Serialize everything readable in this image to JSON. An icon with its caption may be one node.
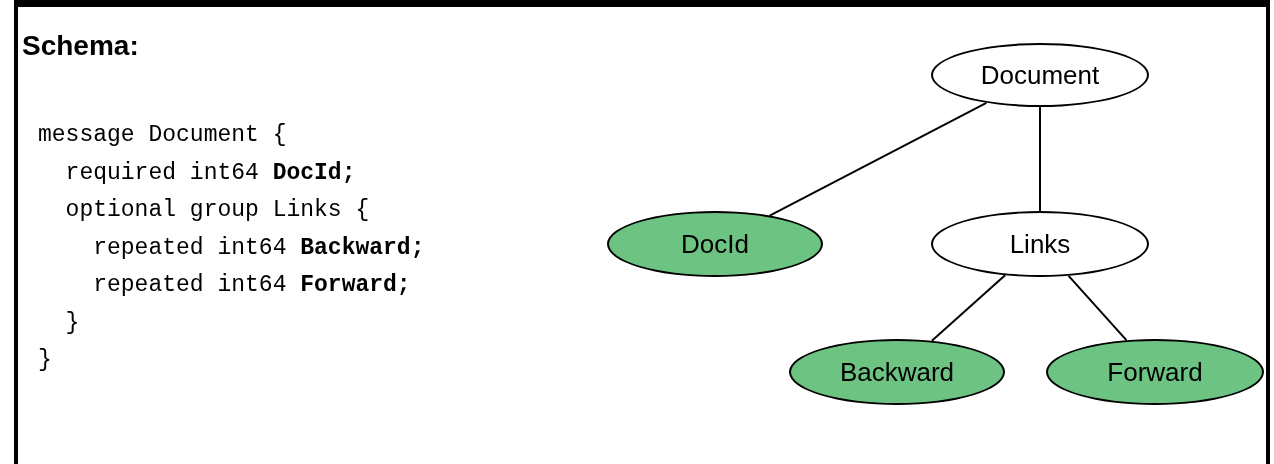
{
  "diagram": {
    "title": "Schema:",
    "nodes": [
      {
        "text": [
          "Document"
        ]
      },
      {
        "text": [
          "DocId"
        ]
      },
      {
        "text": [
          "Links"
        ]
      },
      {
        "text": [
          "Backward"
        ]
      },
      {
        "text": [
          "Forward"
        ]
      }
    ],
    "edges": [
      {
        "from": 0,
        "to": 1,
        "arrow": "none"
      },
      {
        "from": 0,
        "to": 2,
        "arrow": "none"
      },
      {
        "from": 2,
        "to": 3,
        "arrow": "none"
      },
      {
        "from": 2,
        "to": 4,
        "arrow": "none"
      }
    ],
    "labels": [
      "message Document {",
      "  required int64 **DocId;**",
      "  optional group Links {",
      "    repeated int64 **Backward;**",
      "    repeated int64 **Forward;**",
      "  }",
      "}"
    ]
  }
}
